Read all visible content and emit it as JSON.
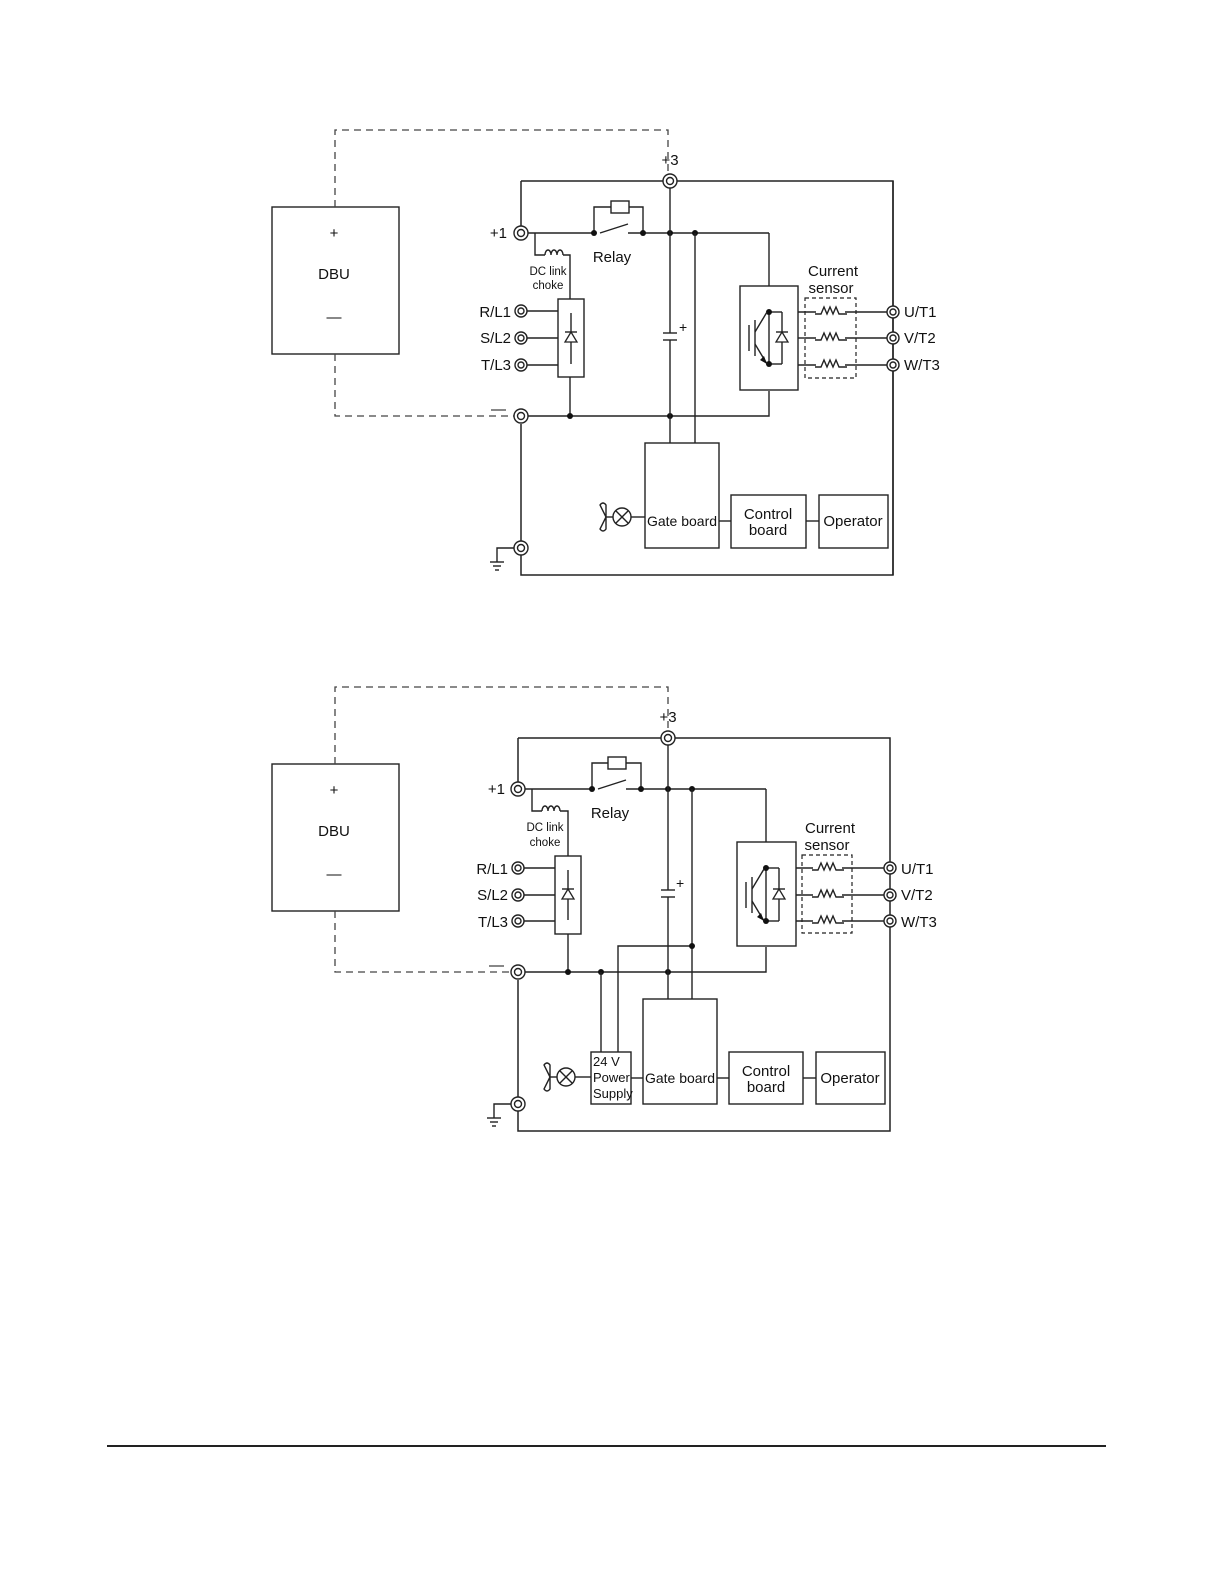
{
  "diagrams": [
    {
      "dbu": {
        "plus": "+",
        "name": "DBU",
        "minus": "—"
      },
      "terminals": {
        "p3": "+3",
        "p1": "+1",
        "neg": "—",
        "r": "R/L1",
        "s": "S/L2",
        "t": "T/L3",
        "u": "U/T1",
        "v": "V/T2",
        "w": "W/T3"
      },
      "relay": "Relay",
      "choke": [
        "DC link",
        "choke"
      ],
      "current_sensor": [
        "Current",
        "sensor"
      ],
      "cap_plus": "+",
      "gate_board": "Gate board",
      "control_board": [
        "Control",
        "board"
      ],
      "operator": "Operator"
    },
    {
      "dbu": {
        "plus": "+",
        "name": "DBU",
        "minus": "—"
      },
      "terminals": {
        "p3": "+3",
        "p1": "+1",
        "neg": "—",
        "r": "R/L1",
        "s": "S/L2",
        "t": "T/L3",
        "u": "U/T1",
        "v": "V/T2",
        "w": "W/T3"
      },
      "relay": "Relay",
      "choke": [
        "DC link",
        "choke"
      ],
      "current_sensor": [
        "Current",
        "sensor"
      ],
      "cap_plus": "+",
      "power_supply": [
        "24 V",
        "Power",
        "Supply"
      ],
      "gate_board": "Gate board",
      "control_board": [
        "Control",
        "board"
      ],
      "operator": "Operator"
    }
  ]
}
